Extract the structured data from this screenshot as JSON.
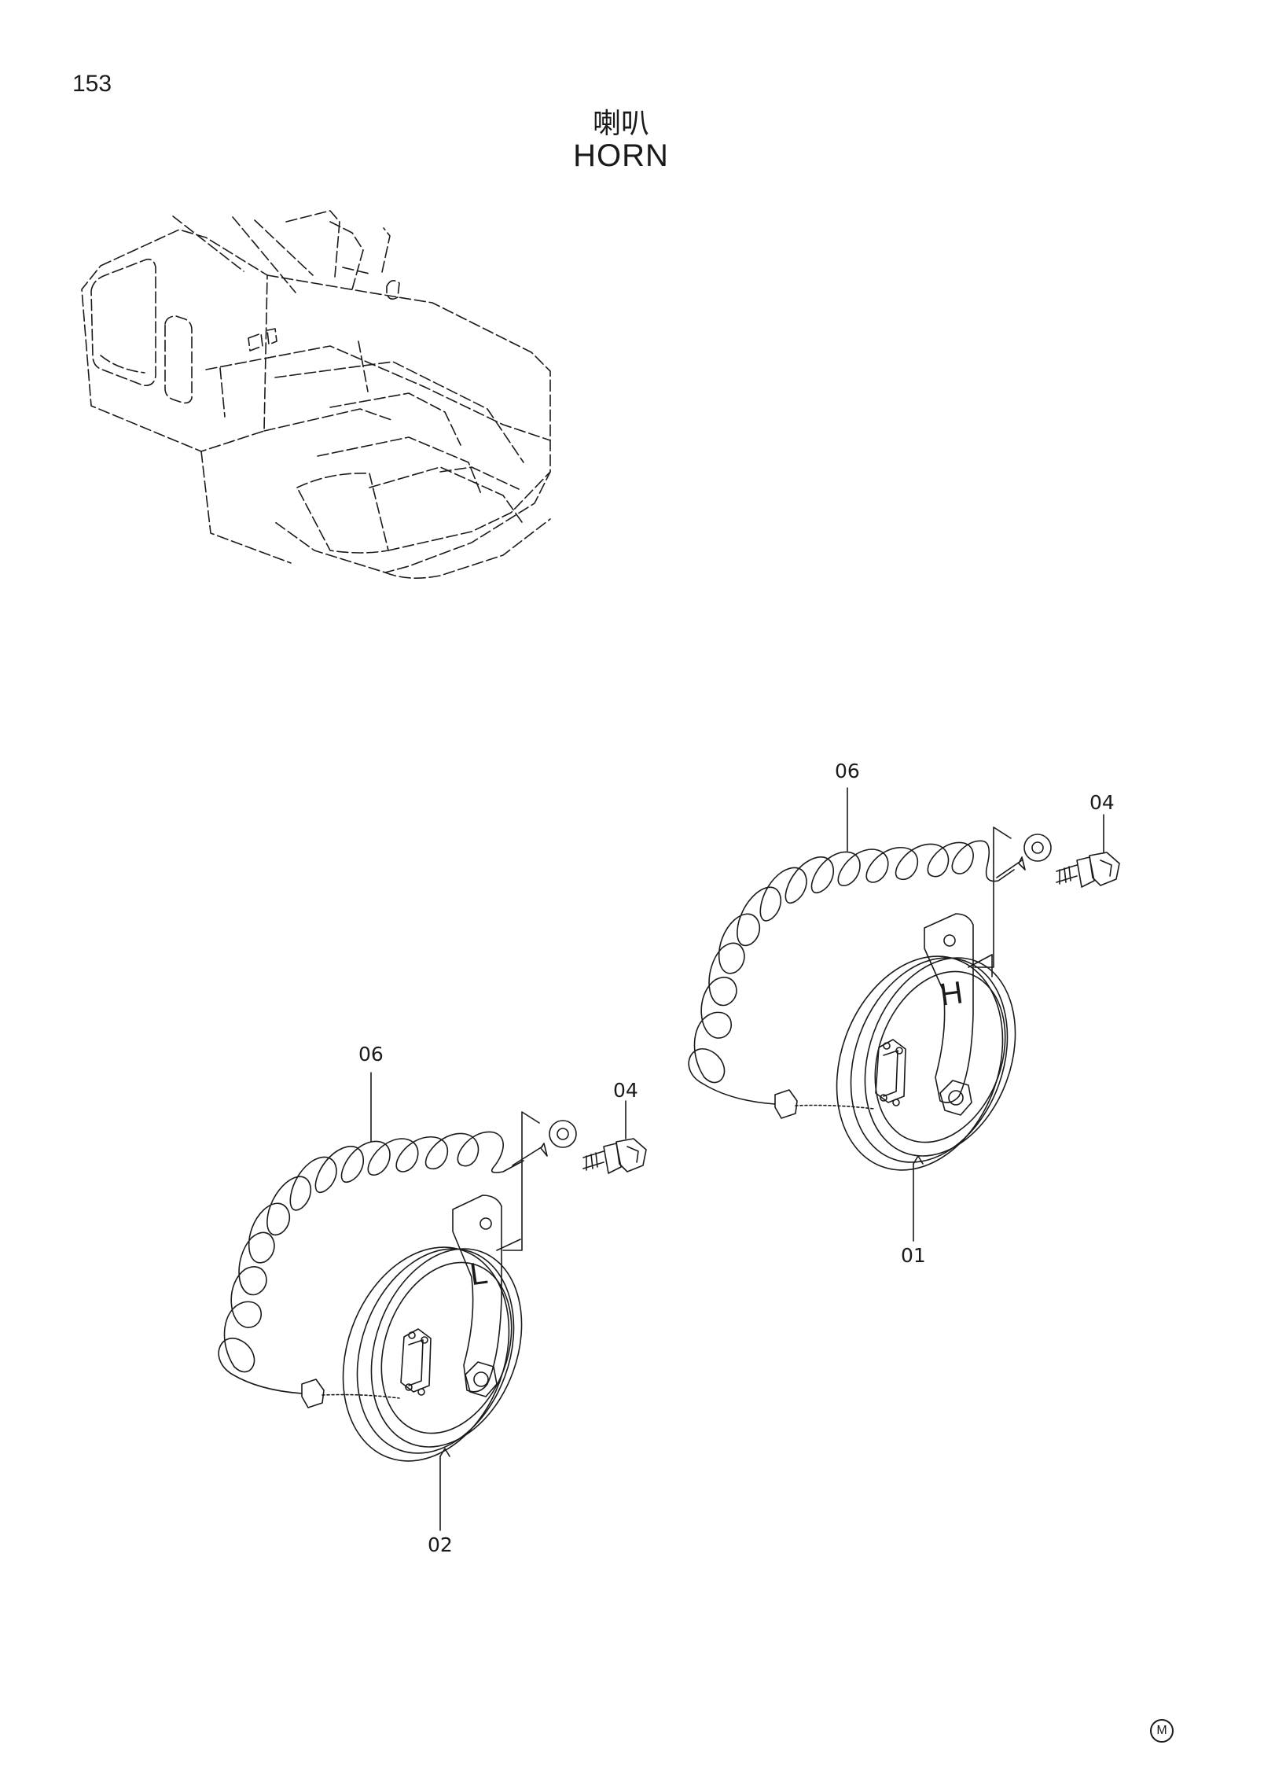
{
  "page": {
    "number": "153",
    "title_cn": "喇叭",
    "title_en": "HORN",
    "footer_mark": "M"
  },
  "callouts": {
    "horn_h": {
      "hose": "06",
      "bolt": "04",
      "part": "01"
    },
    "horn_l": {
      "hose": "06",
      "bolt": "04",
      "part": "02"
    }
  },
  "horn_letters": {
    "high": "H",
    "low": "L"
  },
  "colors": {
    "line": "#1a1a1a",
    "background": "#ffffff"
  }
}
